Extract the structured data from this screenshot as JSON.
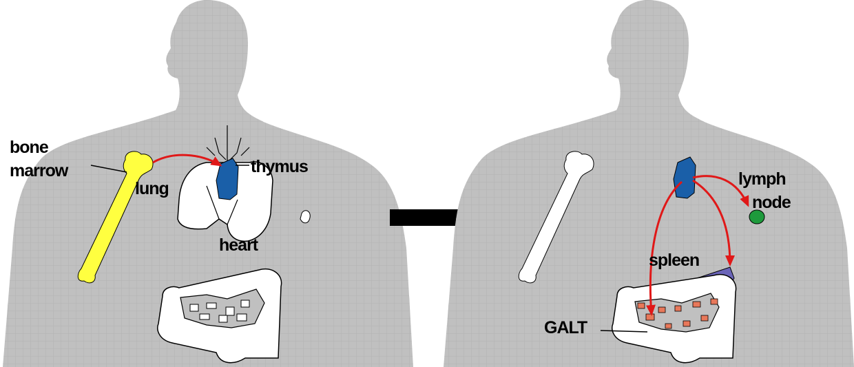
{
  "labels": {
    "bone_marrow_line1": "bone",
    "bone_marrow_line2": "marrow",
    "lung": "lung",
    "thymus": "thymus",
    "heart": "heart",
    "lymph_node_line1": "lymph",
    "lymph_node_line2": "node",
    "spleen": "spleen",
    "galt": "GALT"
  },
  "colors": {
    "body": "#c0c0c0",
    "grid": "#b2b2b2",
    "bone_marrow": "#ffff40",
    "thymus": "#1a5fa8",
    "lymph_node": "#1e9a3c",
    "spleen": "#6a64b8",
    "galt_patch": "#e8785a",
    "migration_arrow": "#e01818",
    "transition_arrow": "#000000"
  }
}
